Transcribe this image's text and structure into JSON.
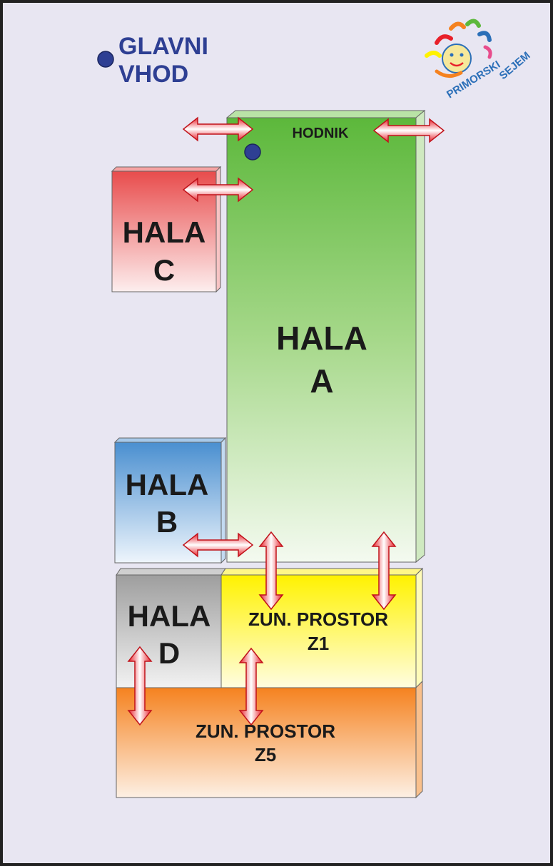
{
  "entrance": {
    "line1": "GLAVNI",
    "line2": "VHOD"
  },
  "logo": {
    "text1": "PRIMORSKI",
    "text2": "SEJEM"
  },
  "corridor": {
    "label": "HODNIK"
  },
  "halls": {
    "a": {
      "line1": "HALA",
      "line2": "A",
      "color": "#5cb83b"
    },
    "b": {
      "line1": "HALA",
      "line2": "B",
      "color": "#4a90d0"
    },
    "c": {
      "line1": "HALA",
      "line2": "C",
      "color": "#e84c4c"
    },
    "d": {
      "line1": "HALA",
      "line2": "D",
      "color": "#a8a8a8"
    }
  },
  "outdoor": {
    "z1": {
      "line1": "ZUN. PROSTOR",
      "line2": "Z1",
      "color": "#fff200"
    },
    "z5": {
      "line1": "ZUN. PROSTOR",
      "line2": "Z5",
      "color": "#f5821f"
    }
  },
  "colors": {
    "background": "#e8e6f2",
    "arrow": "#e8202a",
    "marker": "#2e3f93"
  }
}
